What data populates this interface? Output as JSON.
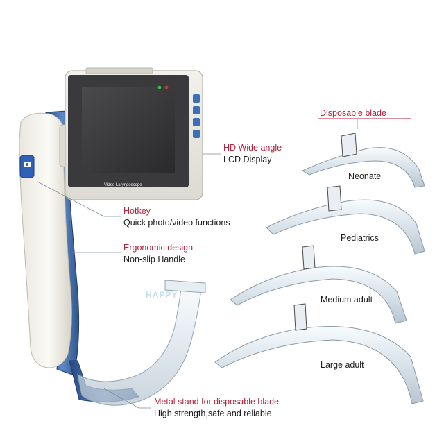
{
  "screen": {
    "caption": "Video Laryngoscope"
  },
  "watermark": {
    "text": "HAPPY"
  },
  "callouts": {
    "lcd": {
      "title": "HD Wide angle",
      "detail": "LCD Display"
    },
    "hotkey": {
      "title": "Hotkey",
      "detail": "Quick photo/video functions"
    },
    "handle": {
      "title": "Ergonomic design",
      "detail": "Non-slip Handle"
    },
    "stand": {
      "title": "Metal stand for disposable blade",
      "detail": "High strength,safe and reliable"
    }
  },
  "blades": {
    "header": "Disposable blade",
    "sizes": [
      "Neonate",
      "Pediatrics",
      "Medium adult",
      "Large adult"
    ]
  },
  "colors": {
    "accent_red": "#b4213a",
    "handle_blue": "#3f6aa8",
    "screen_bezel": "#3a3a3c"
  }
}
